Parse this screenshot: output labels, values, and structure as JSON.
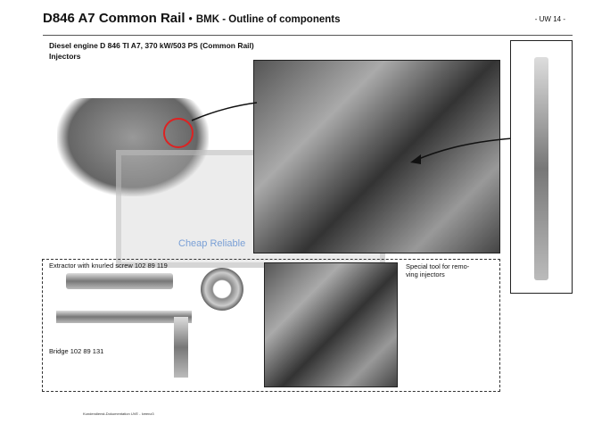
{
  "header": {
    "title": "D846 A7 Common Rail",
    "separator": "•",
    "section": "BMK - Outline of components",
    "page_ref": "- UW 14 -"
  },
  "subtitle": {
    "line1": "Diesel engine D 846 TI A7, 370 kW/503 PS (Common Rail)",
    "line2": "Injectors"
  },
  "watermark": {
    "text": "Cheap Reliable"
  },
  "tools": {
    "extractor": "Extractor with knurled screw 102 89 119",
    "bridge": "Bridge 102 89 131",
    "special": "Special tool for remo-\nving injectors"
  },
  "footer": "Kundendienst-Dokumentation UVE - Iveenz3"
}
